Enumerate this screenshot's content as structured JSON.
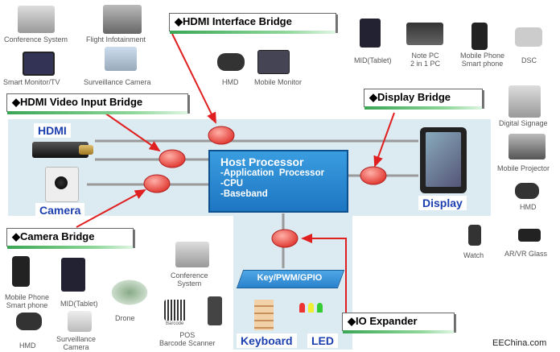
{
  "bridges": {
    "hdmi_interface": "◆HDMI Interface Bridge",
    "hdmi_video_input": "◆HDMI Video Input Bridge",
    "display": "◆Display Bridge",
    "camera": "◆Camera Bridge",
    "io_expander": "◆IO Expander"
  },
  "host": {
    "title": "Host Processor",
    "items": [
      "-Application  Processor",
      "-CPU",
      "-Baseband"
    ]
  },
  "key_pwm_gpio": "Key/PWM/GPIO",
  "ports": {
    "hdmi": "HDMI",
    "camera": "Camera",
    "display": "Display",
    "keyboard": "Keyboard",
    "led": "LED"
  },
  "devices": {
    "conference_system_top": "Conference System",
    "flight_infotainment": "Flight Infotainment",
    "smart_monitor_tv": "Smart Monitor/TV",
    "surveillance_camera_top": "Surveillance Camera",
    "hmd_top": "HMD",
    "mobile_monitor": "Mobile Monitor",
    "mid_tablet_top": "MID(Tablet)",
    "note_pc": [
      "Note PC",
      "2 in 1 PC"
    ],
    "mobile_phone_top": [
      "Mobile Phone",
      "Smart phone"
    ],
    "dsc": "DSC",
    "digital_signage": "Digital Signage",
    "mobile_projector": "Mobile Projector",
    "hmd_right": "HMD",
    "watch": "Watch",
    "ar_vr_glass": "AR/VR Glass",
    "mobile_phone_bottom": [
      "Mobile Phone",
      "Smart phone"
    ],
    "mid_tablet_bottom": "MID(Tablet)",
    "drone": "Drone",
    "conference_system_bottom": [
      "Conference",
      "System"
    ],
    "pos_barcode": [
      "POS",
      "Barcode Scanner"
    ],
    "barcode_text": "Barcode",
    "hmd_bottom": "HMD",
    "surveillance_camera_bottom": [
      "Surveillance",
      "Camera"
    ]
  },
  "watermark": "EEChina.com",
  "colors": {
    "panel": "#dcebf2",
    "host_box": "#1e86d0",
    "node_red": "#e8403a",
    "arrow_red": "#e02020",
    "bridge_green": "#3aa655",
    "label_blue": "#1c3fb0"
  }
}
